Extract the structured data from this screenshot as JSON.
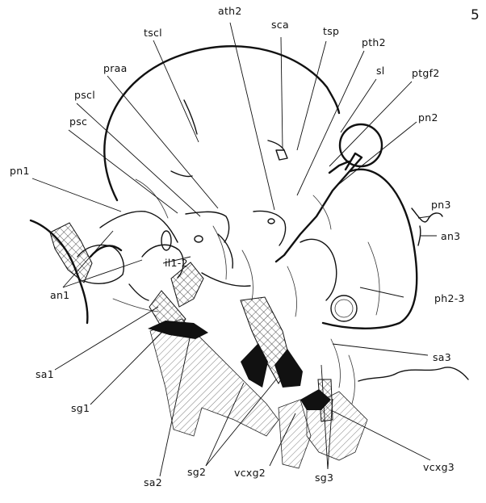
{
  "page_number": "5",
  "labels": {
    "tscl": "tscl",
    "praa": "praa",
    "pscl": "pscl",
    "psc": "psc",
    "pn1": "pn1",
    "an1": "an1",
    "il1_2": "il1-2",
    "sa1": "sa1",
    "sg1": "sg1",
    "sa2": "sa2",
    "sg2": "sg2",
    "vcxg2": "vcxg2",
    "sg3": "sg3",
    "vcxg3": "vcxg3",
    "sa3": "sa3",
    "ph2_3": "ph2-3",
    "an3": "an3",
    "pn3": "pn3",
    "pn2": "pn2",
    "ptgf2": "ptgf2",
    "sl": "sl",
    "pth2": "pth2",
    "tsp": "tsp",
    "sca": "sca",
    "ath2": "ath2"
  }
}
